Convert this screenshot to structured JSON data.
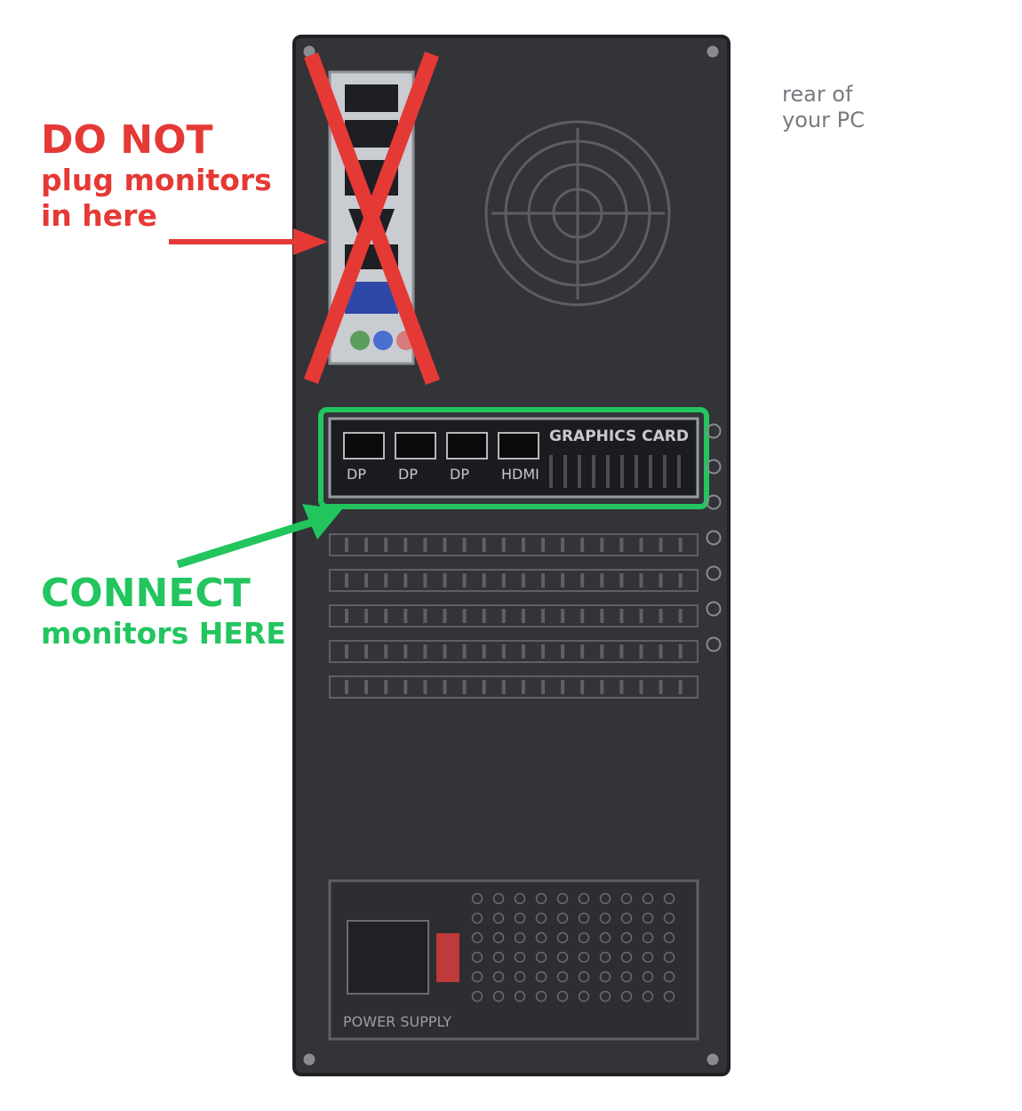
{
  "annotations": {
    "do_not_title": "DO NOT",
    "do_not_line1": "plug monitors",
    "do_not_line2": "in here",
    "connect_title": "CONNECT",
    "connect_line": "monitors HERE",
    "rear_line1": "rear of",
    "rear_line2": "your PC"
  },
  "graphics_card": {
    "title": "GRAPHICS CARD",
    "ports": [
      "DP",
      "DP",
      "DP",
      "HDMI"
    ]
  },
  "power_supply": {
    "label": "POWER SUPPLY"
  },
  "colors": {
    "warning_red": "#e53935",
    "ok_green": "#22c55e",
    "case": "#333438",
    "io_shield": "#c9ccd1",
    "vga_blue": "#2e48a8",
    "psu_switch": "#c0393b"
  },
  "icons": {
    "cross_mark": "x-mark-icon",
    "fan": "fan-grill-icon",
    "arrow": "arrow-icon"
  }
}
